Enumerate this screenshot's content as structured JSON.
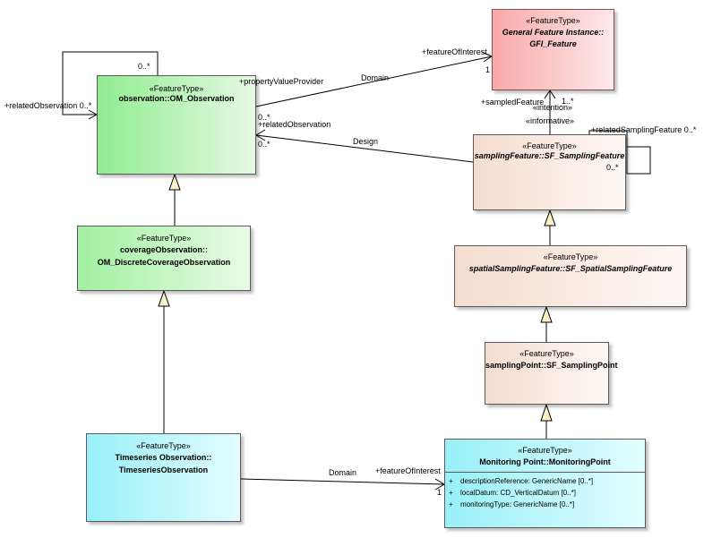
{
  "classes": {
    "om_observation": {
      "stereotype": "«FeatureType»",
      "name": "observation::OM_Observation"
    },
    "gfi_feature": {
      "stereotype": "«FeatureType»",
      "name_line1": "General Feature Instance::",
      "name_line2": "GFI_Feature"
    },
    "sf_sampling_feature": {
      "stereotype": "«FeatureType»",
      "name": "samplingFeature::SF_SamplingFeature"
    },
    "coverage_observation": {
      "stereotype": "«FeatureType»",
      "name_line1": "coverageObservation::",
      "name_line2": "OM_DiscreteCoverageObservation"
    },
    "sf_spatial_sampling_feature": {
      "stereotype": "«FeatureType»",
      "name": "spatialSamplingFeature::SF_SpatialSamplingFeature"
    },
    "sf_sampling_point": {
      "stereotype": "«FeatureType»",
      "name": "samplingPoint::SF_SamplingPoint"
    },
    "timeseries_observation": {
      "stereotype": "«FeatureType»",
      "name_line1": "Timeseries Observation::",
      "name_line2": "TimeseriesObservation"
    },
    "monitoring_point": {
      "stereotype": "«FeatureType»",
      "name": "Monitoring Point::MonitoringPoint",
      "attributes": [
        {
          "visibility": "+",
          "text": "descriptionReference: GenericName [0..*]"
        },
        {
          "visibility": "+",
          "text": "localDatum: CD_VerticalDatum [0..*]"
        },
        {
          "visibility": "+",
          "text": "monitoringType: GenericName [0..*]"
        }
      ]
    }
  },
  "labels": {
    "self_mult_top": "0..*",
    "related_observation_left": "+relatedObservation 0..*",
    "property_value_provider": "+propertyValueProvider",
    "domain_top": "Domain",
    "feature_of_interest_top": "+featureOfInterest",
    "mult_one_top": "1",
    "sampled_feature": "+sampledFeature",
    "mult_sampled": "1..*",
    "intention": "«intention»",
    "informative": "«informative»",
    "related_observation_right_mult": "0..*",
    "related_observation_right": "+relatedObservation",
    "related_observation_right_mult2": "0..*",
    "design": "Design",
    "related_sampling_feature": "+relatedSamplingFeature 0..*",
    "sampling_self_mult": "0..*",
    "domain_bottom": "Domain",
    "feature_of_interest_bottom": "+featureOfInterest",
    "mult_one_bottom": "1"
  },
  "colors": {
    "observation_fill": "#90ec90",
    "gfi_fill": "#f8a9a9",
    "sampling_fill": "#f4ddd0",
    "timeseries_fill": "#99f0f8",
    "line": "#000000"
  }
}
